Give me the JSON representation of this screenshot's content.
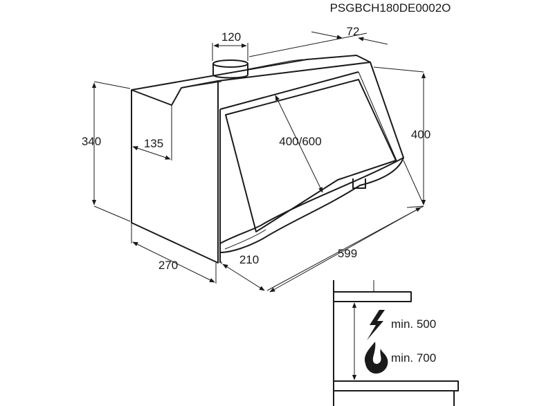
{
  "document_code": "PSGBCH180DE0002O",
  "dimensions": {
    "duct_diameter": "120",
    "top_depth_offset": "72",
    "side_height": "340",
    "duct_setback": "135",
    "front_panel": "400/600",
    "total_height": "400",
    "width": "599",
    "depth": "270",
    "bottom_depth": "210"
  },
  "clearance": {
    "electric_label": "min. 500",
    "electric_icon": "lightning-icon",
    "gas_label": "min. 700",
    "gas_icon": "flame-icon"
  }
}
